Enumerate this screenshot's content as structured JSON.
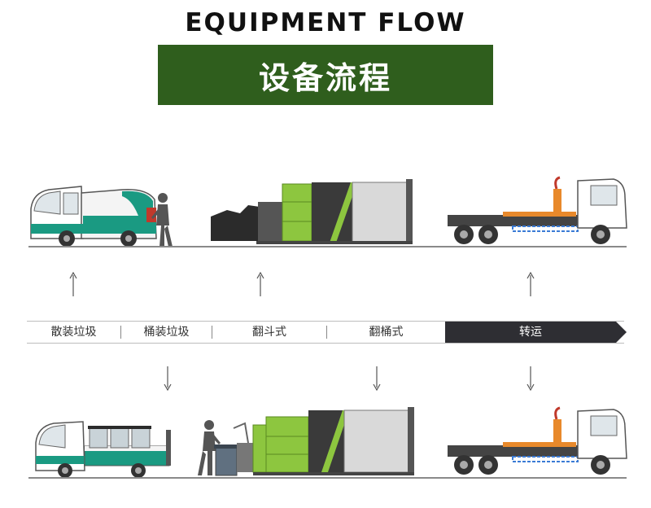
{
  "title_en": "EQUIPMENT FLOW",
  "title_cn": "设备流程",
  "colors": {
    "title_box": "#2f5e1d",
    "title_text": "#ffffff",
    "lime": "#8dc63f",
    "teal": "#1a9a82",
    "dark": "#3a3a3a",
    "orange": "#e8892b",
    "blue": "#3a7bd5"
  },
  "steps": [
    {
      "label": "散装垃圾"
    },
    {
      "label": "桶装垃圾"
    },
    {
      "label": "翻斗式"
    },
    {
      "label": "翻桶式"
    },
    {
      "label": "转运"
    }
  ]
}
